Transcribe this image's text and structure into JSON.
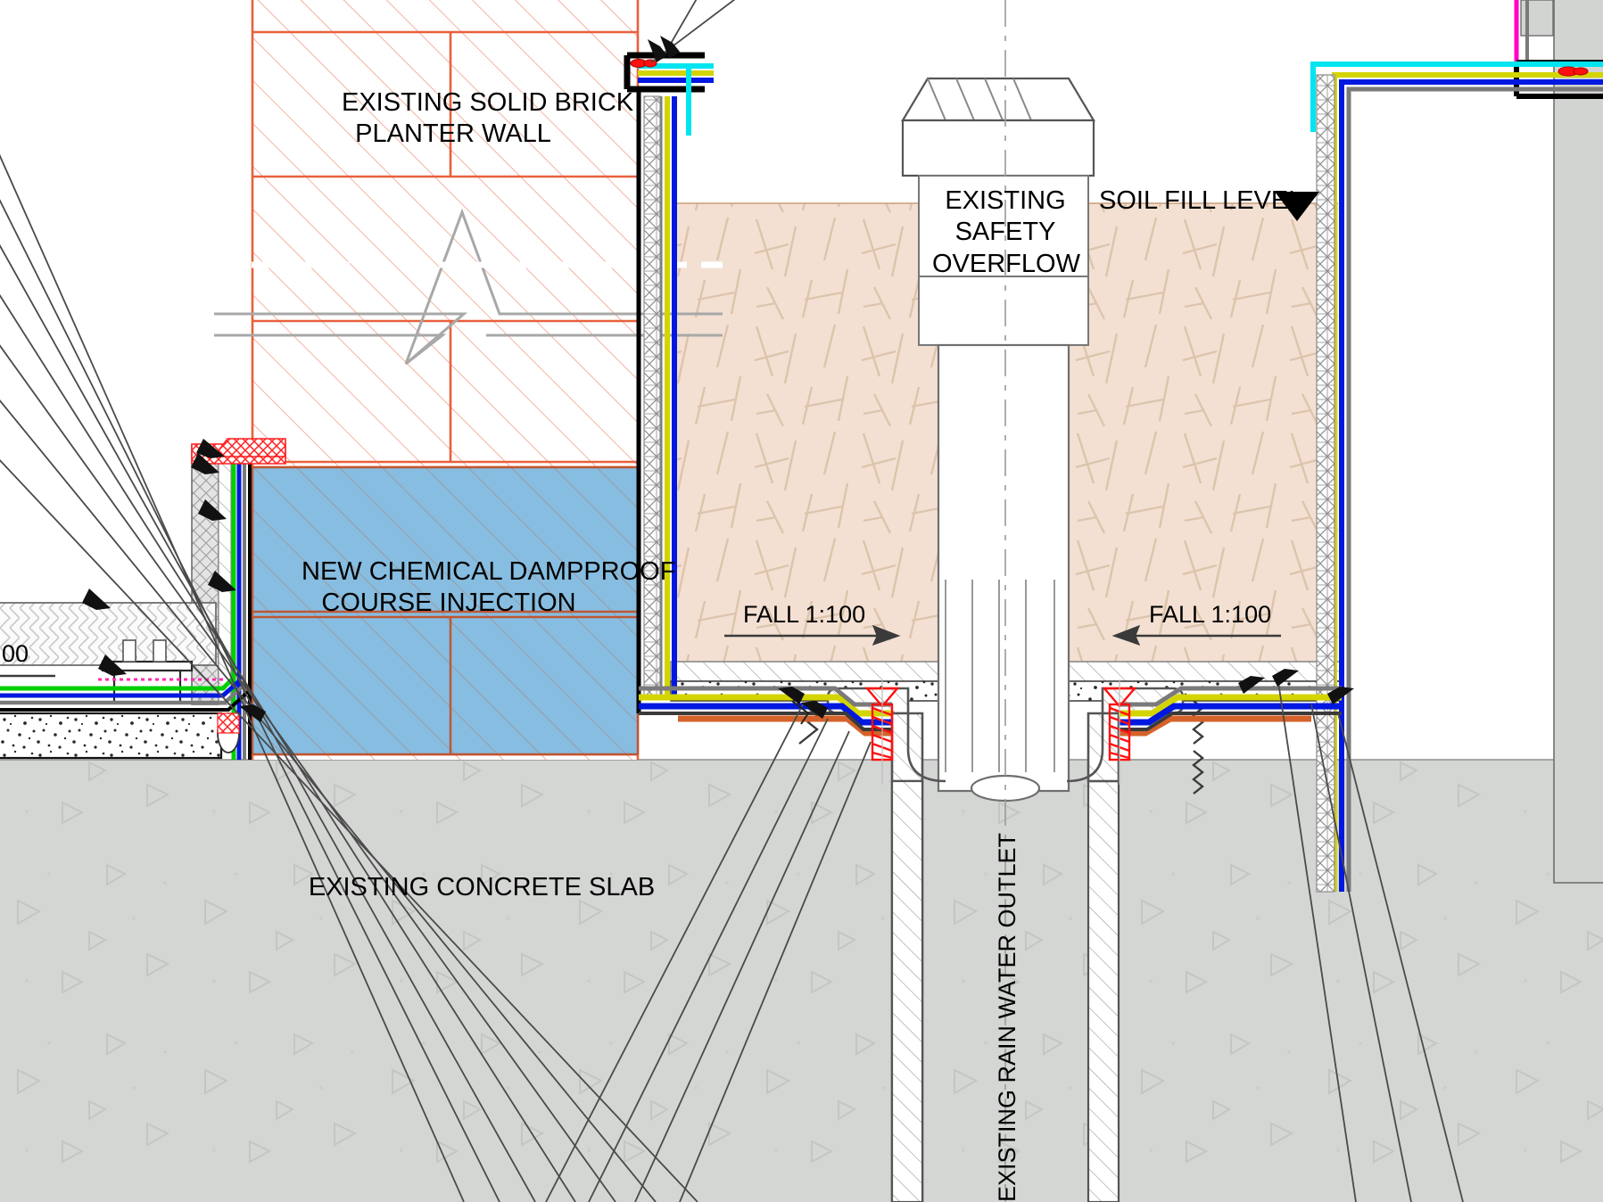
{
  "drawing": {
    "type": "architectural-section-detail",
    "title_visible": false,
    "background": "#ffffff"
  },
  "labels": {
    "brick_wall": "EXISTING SOLID BRICK\nPLANTER WALL",
    "dpc": "NEW CHEMICAL DAMPPROOF\nCOURSE INJECTION",
    "concrete_slab": "EXISTING CONCRETE SLAB",
    "safety_overflow": "EXISTING\nSAFETY\nOVERFLOW",
    "soil_fill_level": "SOIL FILL LEVEL",
    "fall_left": "FALL 1:100",
    "fall_right": "FALL 1:100",
    "fall_cut": "00",
    "rain_water_outlet": "EXISTING RAIN WATER OUTLET"
  },
  "colors": {
    "brick_outline": "#e8603c",
    "brick_hatch": "#f0a08a",
    "dpc_fill": "#86bde0",
    "soil_fill": "#f3e0d2",
    "soil_hatch": "#ddc4ac",
    "concrete_fill": "#d4d6d4",
    "concrete_symbol": "#c3c6c3",
    "membrane_cyan": "#00e5f0",
    "membrane_yellow": "#d4d400",
    "membrane_blue": "#0018e0",
    "membrane_magenta": "#ff00c8",
    "membrane_green": "#00d000",
    "membrane_orange": "#d4622a",
    "fixing_red": "#ff1010",
    "line_black": "#000000",
    "line_grey": "#4a4a4a",
    "leader_grey": "#555555"
  },
  "annotations": {
    "soil_level_marker": "filled-down-triangle",
    "fall_arrow_left": "right-arrow",
    "fall_arrow_right": "left-arrow",
    "leader_arrows_count": 14
  }
}
